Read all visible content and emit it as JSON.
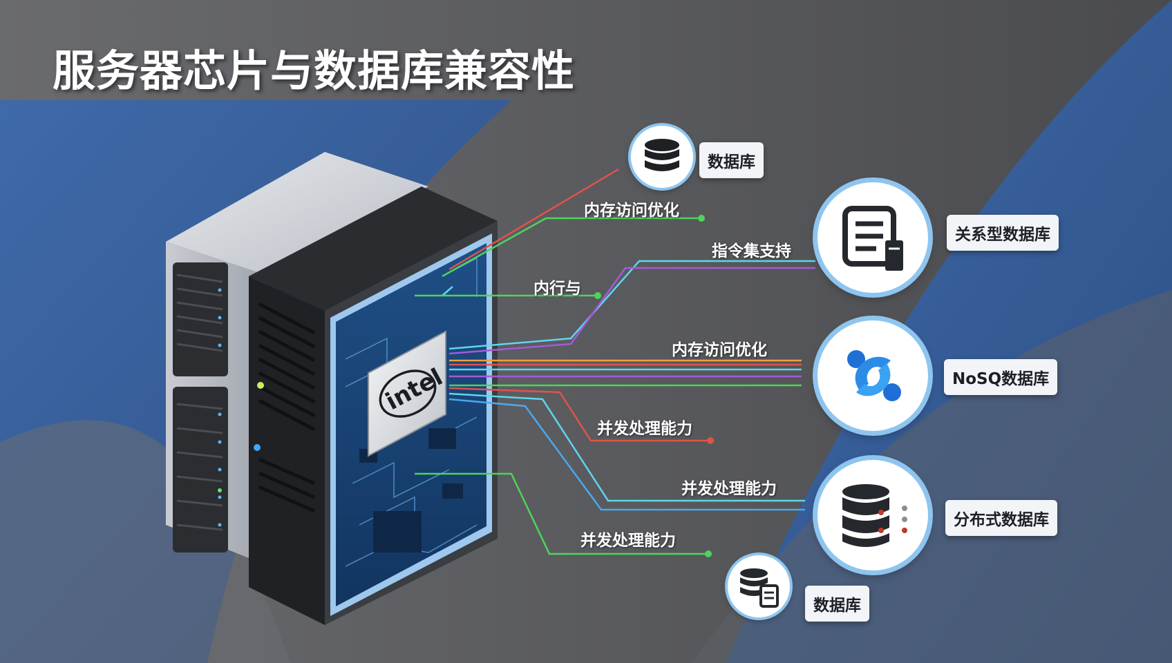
{
  "title": "服务器芯片与数据库兼容性",
  "chip_brand": "intel",
  "connection_labels": [
    {
      "id": "memory-access-1",
      "text": "内存访问优化"
    },
    {
      "id": "instruction-set",
      "text": "指令集支持"
    },
    {
      "id": "parallel-partial",
      "text": "内行与"
    },
    {
      "id": "memory-access-2",
      "text": "内存访问优化"
    },
    {
      "id": "concurrency-1",
      "text": "并发处理能力"
    },
    {
      "id": "concurrency-2",
      "text": "并发处理能力"
    },
    {
      "id": "concurrency-3",
      "text": "并发处理能力"
    }
  ],
  "databases": [
    {
      "id": "db-top",
      "label": "数据库",
      "icon": "database-stack-icon"
    },
    {
      "id": "relational",
      "label": "关系型数据库",
      "icon": "document-server-icon"
    },
    {
      "id": "nosql",
      "label": "NoSQ数据库",
      "icon": "nosql-logo-icon"
    },
    {
      "id": "distributed",
      "label": "分布式数据库",
      "icon": "distributed-db-icon"
    },
    {
      "id": "db-bottom",
      "label": "数据库",
      "icon": "database-document-icon"
    }
  ],
  "colors": {
    "accent_blue": "#3d6bb0",
    "line_red": "#e0534a",
    "line_green": "#4fd45a",
    "line_cyan": "#5fd6f0",
    "line_purple": "#a55ad8",
    "line_blue": "#4aa8f0",
    "line_orange": "#f0a040",
    "ring_blue": "#8ec5ef"
  }
}
